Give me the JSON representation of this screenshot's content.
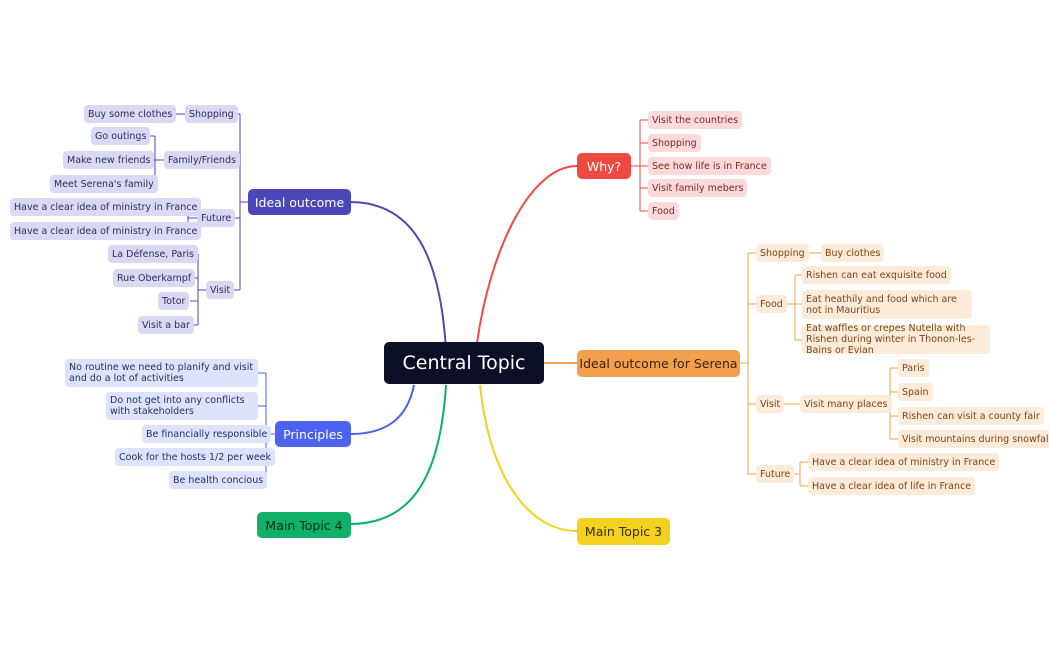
{
  "central": "Central Topic",
  "colors": {
    "central_bg": "#0b1026",
    "ideal_outcome": "#4a47b7",
    "why": "#ee4a43",
    "serena": "#f2a04d",
    "principles": "#4e62f0",
    "topic4": "#10b068",
    "topic3": "#f3d11f"
  },
  "ideal_outcome": {
    "title": "Ideal outcome",
    "shopping": {
      "label": "Shopping",
      "items": [
        "Buy some clothes"
      ]
    },
    "family": {
      "label": "Family/Friends",
      "items": [
        "Go outings",
        "Make new friends",
        "Meet Serena's family"
      ]
    },
    "future": {
      "label": "Future",
      "items": [
        "Have a clear idea of ministry in France",
        "Have a clear idea of ministry in France"
      ]
    },
    "visit": {
      "label": "Visit",
      "items": [
        "La Défense, Paris",
        "Rue Oberkampf",
        "Totor",
        "Visit a bar"
      ]
    }
  },
  "why": {
    "title": "Why?",
    "items": [
      "Visit the countries",
      "Shopping",
      "See how life is in France",
      "Visit family mebers",
      "Food"
    ]
  },
  "serena": {
    "title": "Ideal outcome for Serena",
    "shopping": {
      "label": "Shopping",
      "items": [
        "Buy clothes"
      ]
    },
    "food": {
      "label": "Food",
      "items": [
        "Rishen can eat exquisite food",
        "Eat heathily and food which are not in Mauritius",
        "Eat waffles or crepes Nutella with Rishen during winter in Thonon-les-Bains or Evian"
      ]
    },
    "visit": {
      "label": "Visit",
      "sub_label": "Visit many places",
      "items": [
        "Paris",
        "Spain",
        "Rishen can visit a county fair",
        "Visit mountains during snowfall"
      ]
    },
    "future": {
      "label": "Future",
      "items": [
        "Have a clear idea of ministry in France",
        "Have a clear idea of life in France"
      ]
    }
  },
  "principles": {
    "title": "Principles",
    "items": [
      "No routine we need to planify and visit and do a lot of activities",
      "Do not get into any conflicts with stakeholders",
      "Be financially responsible",
      "Cook for the hosts 1/2 per week",
      "Be health concious"
    ]
  },
  "topic4": "Main Topic 4",
  "topic3": "Main Topic 3"
}
